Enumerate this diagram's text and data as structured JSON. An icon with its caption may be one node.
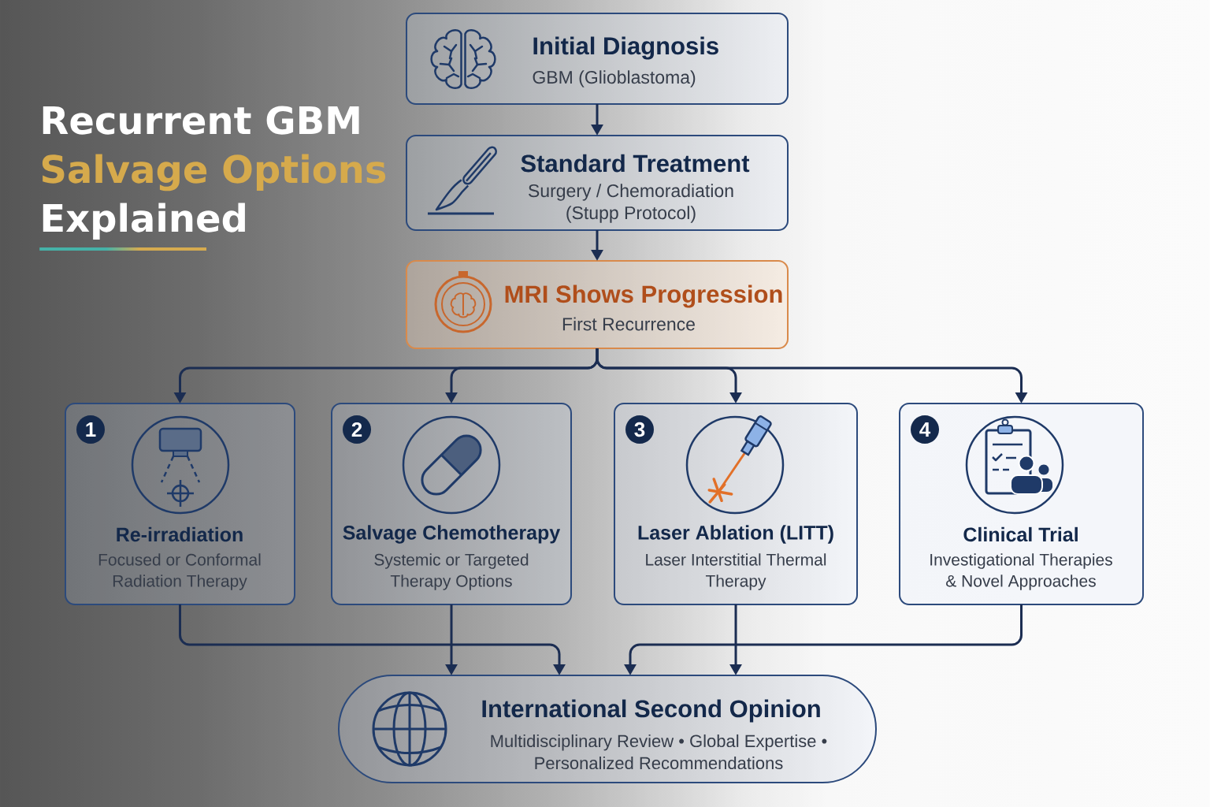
{
  "diagram": {
    "nodes": [
      {
        "text": [
          "Initial Diagnosis",
          "GBM (Glioblastoma)"
        ]
      },
      {
        "text": [
          "Standard Treatment",
          "Surgery / Chemoradiation (Stupp Protocol)"
        ]
      },
      {
        "text": [
          "MRI Shows Progression",
          "First Recurrence"
        ]
      },
      {
        "text": [
          "Re-irradiation",
          "Focused or Conformal Radiation Therapy"
        ]
      },
      {
        "text": [
          "1"
        ],
        "in": 3
      },
      {
        "text": [
          "Salvage Chemotherapy",
          "Systemic or Targeted Therapy Options"
        ]
      },
      {
        "text": [
          "2"
        ],
        "in": 5
      },
      {
        "text": [
          "Laser Ablation (LITT)",
          "Laser Interstitial Thermal Therapy"
        ]
      },
      {
        "text": [
          "3"
        ],
        "in": 7
      },
      {
        "text": [
          "Clinical Trial",
          "Investigational Therapies & Novel Approaches"
        ]
      },
      {
        "text": [
          "4"
        ],
        "in": 9
      },
      {
        "text": [
          "International Second Opinion",
          "Multidisciplinary Review • Global Expertise • Personalized Recommendations"
        ]
      }
    ],
    "edges": [
      {
        "from": 0,
        "to": 1,
        "arrow": "to"
      },
      {
        "from": 1,
        "to": 2,
        "arrow": "to"
      },
      {
        "from": 2,
        "to": 3,
        "arrow": "to"
      },
      {
        "from": 2,
        "to": 5,
        "arrow": "to"
      },
      {
        "from": 2,
        "to": 7,
        "arrow": "to"
      },
      {
        "from": 2,
        "to": 9,
        "arrow": "to"
      },
      {
        "from": 3,
        "to": 11,
        "arrow": "to"
      },
      {
        "from": 5,
        "to": 11,
        "arrow": "to"
      },
      {
        "from": 7,
        "to": 11,
        "arrow": "to"
      },
      {
        "from": 9,
        "to": 11,
        "arrow": "to"
      }
    ],
    "labels": [
      "Recurrent GBM",
      "Salvage Options",
      "Explained"
    ]
  }
}
